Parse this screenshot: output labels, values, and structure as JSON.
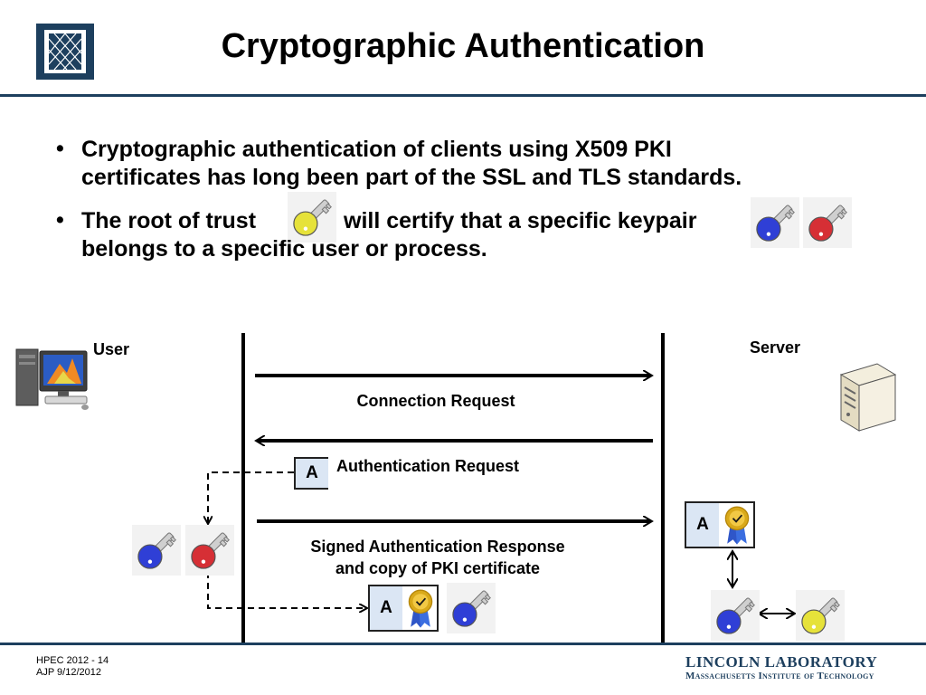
{
  "header": {
    "title": "Cryptographic Authentication"
  },
  "bullets": [
    {
      "line1": "Cryptographic authentication of clients using X509 PKI",
      "line2": "certificates has long been part of the SSL and TLS standards."
    },
    {
      "part_a": "The root of trust",
      "part_b": "will certify that a specific keypair",
      "line2": "belongs to a specific user or process."
    }
  ],
  "bullet_glyph": "•",
  "diagram": {
    "user_label": "User",
    "server_label": "Server",
    "msg_connection": "Connection Request",
    "msg_auth_request": "Authentication Request",
    "msg_signed_line1": "Signed Authentication Response",
    "msg_signed_line2": "and copy of PKI certificate",
    "box_letter": "A"
  },
  "colors": {
    "accent": "#1d3f5e",
    "key_blue": "#2f3fd6",
    "key_red": "#d62f35",
    "key_yellow": "#e6e23a",
    "box_fill": "#dbe6f4"
  },
  "icons": [
    "mit-ll-logo",
    "computer-icon",
    "server-icon",
    "key-icon",
    "certificate-seal-icon"
  ],
  "footer": {
    "line1": "HPEC 2012 - 14",
    "line2": "AJP  9/12/2012",
    "org": "LINCOLN LABORATORY",
    "org_sub": "Massachusetts Institute of Technology"
  }
}
